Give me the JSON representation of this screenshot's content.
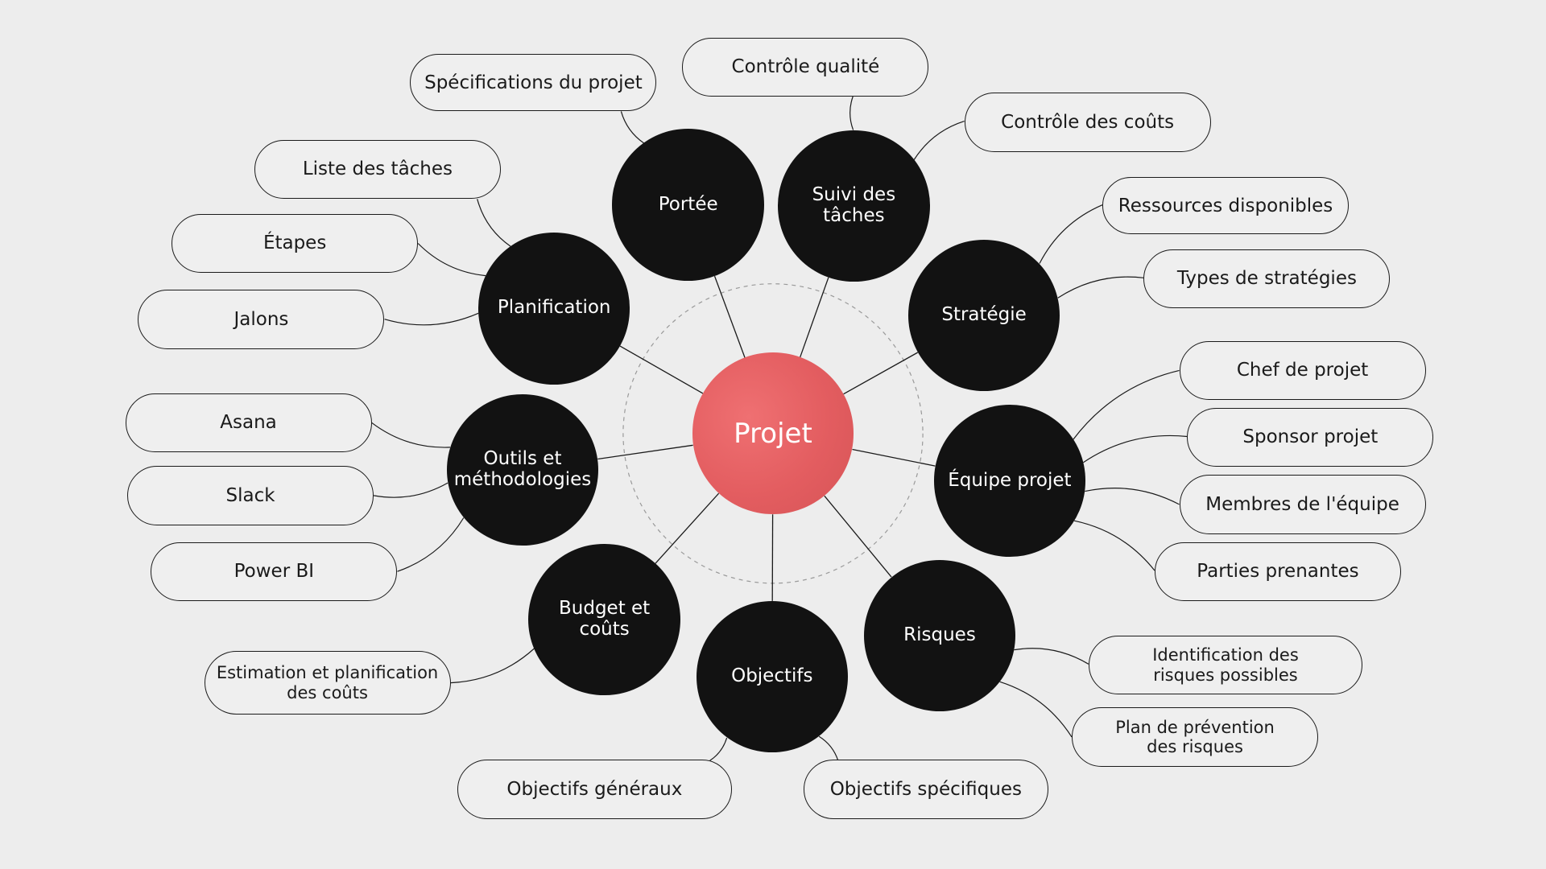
{
  "center": {
    "label": "Projet",
    "color": "#e35d60"
  },
  "colors": {
    "circle": "#121212",
    "pill_border": "#1a1a1a",
    "background": "#ededed"
  },
  "branches": [
    {
      "id": "portee",
      "label": [
        "Portée"
      ]
    },
    {
      "id": "suivi",
      "label": [
        "Suivi des",
        "tâches"
      ]
    },
    {
      "id": "strategie",
      "label": [
        "Stratégie"
      ]
    },
    {
      "id": "equipe",
      "label": [
        "Équipe projet"
      ]
    },
    {
      "id": "risques",
      "label": [
        "Risques"
      ]
    },
    {
      "id": "objectifs",
      "label": [
        "Objectifs"
      ]
    },
    {
      "id": "budget",
      "label": [
        "Budget et",
        "coûts"
      ]
    },
    {
      "id": "outils",
      "label": [
        "Outils et",
        "méthodologies"
      ]
    },
    {
      "id": "planification",
      "label": [
        "Planification"
      ]
    }
  ],
  "leaves": [
    {
      "id": "specifications",
      "branch": "portee",
      "label": [
        "Spécifications du projet"
      ]
    },
    {
      "id": "controle-qualite",
      "branch": "suivi",
      "label": [
        "Contrôle qualité"
      ]
    },
    {
      "id": "controle-couts",
      "branch": "suivi",
      "label": [
        "Contrôle des coûts"
      ]
    },
    {
      "id": "ressources",
      "branch": "strategie",
      "label": [
        "Ressources disponibles"
      ]
    },
    {
      "id": "types-strategies",
      "branch": "strategie",
      "label": [
        "Types de stratégies"
      ]
    },
    {
      "id": "chef",
      "branch": "equipe",
      "label": [
        "Chef de projet"
      ]
    },
    {
      "id": "sponsor",
      "branch": "equipe",
      "label": [
        "Sponsor projet"
      ]
    },
    {
      "id": "membres",
      "branch": "equipe",
      "label": [
        "Membres de l'équipe"
      ]
    },
    {
      "id": "parties",
      "branch": "equipe",
      "label": [
        "Parties prenantes"
      ]
    },
    {
      "id": "identification",
      "branch": "risques",
      "label": [
        "Identification des",
        "risques possibles"
      ]
    },
    {
      "id": "plan-prevention",
      "branch": "risques",
      "label": [
        "Plan de prévention",
        "des risques"
      ]
    },
    {
      "id": "obj-generaux",
      "branch": "objectifs",
      "label": [
        "Objectifs généraux"
      ]
    },
    {
      "id": "obj-specifiques",
      "branch": "objectifs",
      "label": [
        "Objectifs spécifiques"
      ]
    },
    {
      "id": "estimation",
      "branch": "budget",
      "label": [
        "Estimation et planification",
        "des coûts"
      ]
    },
    {
      "id": "asana",
      "branch": "outils",
      "label": [
        "Asana"
      ]
    },
    {
      "id": "slack",
      "branch": "outils",
      "label": [
        "Slack"
      ]
    },
    {
      "id": "powerbi",
      "branch": "outils",
      "label": [
        "Power BI"
      ]
    },
    {
      "id": "liste-taches",
      "branch": "planification",
      "label": [
        "Liste des tâches"
      ]
    },
    {
      "id": "etapes",
      "branch": "planification",
      "label": [
        "Étapes"
      ]
    },
    {
      "id": "jalons",
      "branch": "planification",
      "label": [
        "Jalons"
      ]
    }
  ]
}
